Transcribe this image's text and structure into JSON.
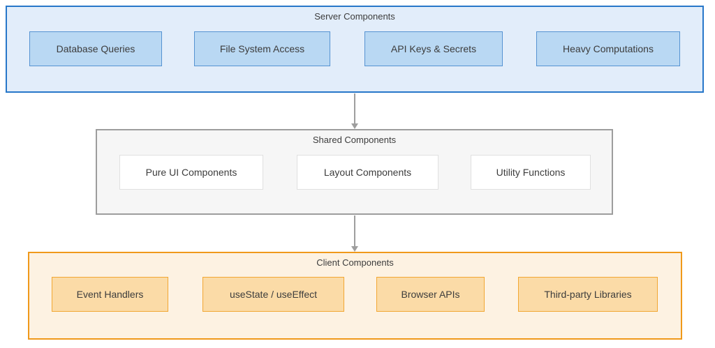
{
  "diagram": {
    "text_color": "#3c3c3c",
    "arrow_color": "#9e9e9e",
    "arrows": [
      {
        "from": "Server Components",
        "to": "Shared Components",
        "direction": "down"
      },
      {
        "from": "Shared Components",
        "to": "Client Components",
        "direction": "down"
      }
    ],
    "containers": [
      {
        "id": "server",
        "title": "Server Components",
        "fill": "#e2edfa",
        "border": "#2777c9",
        "item_fill": "#b9d8f3",
        "item_border": "#5693d2",
        "items": [
          "Database Queries",
          "File System Access",
          "API Keys & Secrets",
          "Heavy Computations"
        ]
      },
      {
        "id": "shared",
        "title": "Shared Components",
        "fill": "#f6f6f6",
        "border": "#9d9d9d",
        "item_fill": "#ffffff",
        "item_border": "#e0e0e0",
        "items": [
          "Pure UI Components",
          "Layout Components",
          "Utility Functions"
        ]
      },
      {
        "id": "client",
        "title": "Client Components",
        "fill": "#fdf2e2",
        "border": "#f0991a",
        "item_fill": "#fbdba7",
        "item_border": "#f2a733",
        "items": [
          "Event Handlers",
          "useState / useEffect",
          "Browser APIs",
          "Third-party Libraries"
        ]
      }
    ]
  }
}
